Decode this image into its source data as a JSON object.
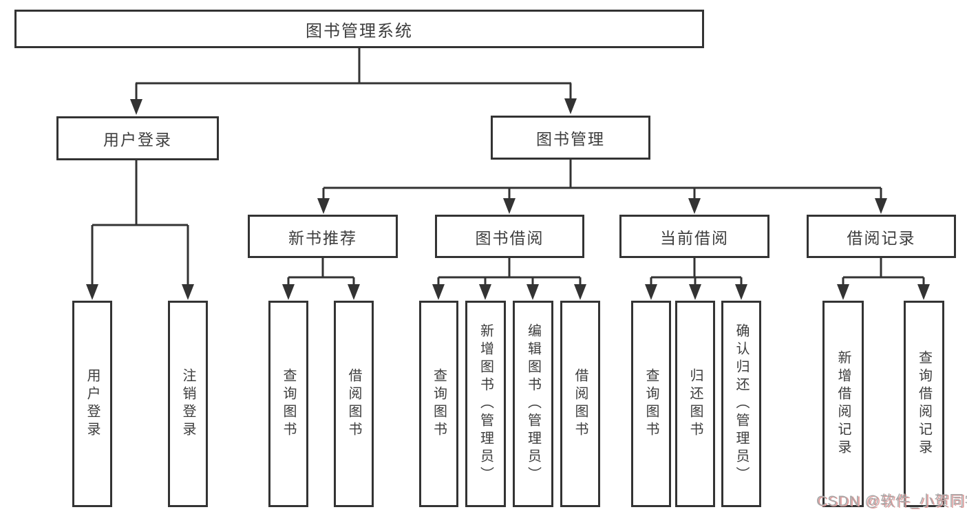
{
  "tree": {
    "label": "图书管理系统",
    "children": [
      {
        "label": "用户登录",
        "children": [
          {
            "label": "用户登录"
          },
          {
            "label": "注销登录"
          }
        ]
      },
      {
        "label": "图书管理",
        "children": [
          {
            "label": "新书推荐",
            "children": [
              {
                "label": "查询图书"
              },
              {
                "label": "借阅图书"
              }
            ]
          },
          {
            "label": "图书借阅",
            "children": [
              {
                "label": "查询图书"
              },
              {
                "label": "新增图书（管理员）"
              },
              {
                "label": "编辑图书（管理员）"
              },
              {
                "label": "借阅图书"
              }
            ]
          },
          {
            "label": "当前借阅",
            "children": [
              {
                "label": "查询图书"
              },
              {
                "label": "归还图书"
              },
              {
                "label": "确认归还（管理员）"
              }
            ]
          },
          {
            "label": "借阅记录",
            "children": [
              {
                "label": "新增借阅记录"
              },
              {
                "label": "查询借阅记录"
              }
            ]
          }
        ]
      }
    ]
  },
  "watermark": {
    "text": "CSDN @软件_小贺同学"
  },
  "style": {
    "line_color": "#333333",
    "box_border_color": "#333333",
    "text_color": "#3d3d3d",
    "background": "#ffffff",
    "watermark_color": "#a8a8a8",
    "watermark_shadow_color": "#de9a9a"
  }
}
